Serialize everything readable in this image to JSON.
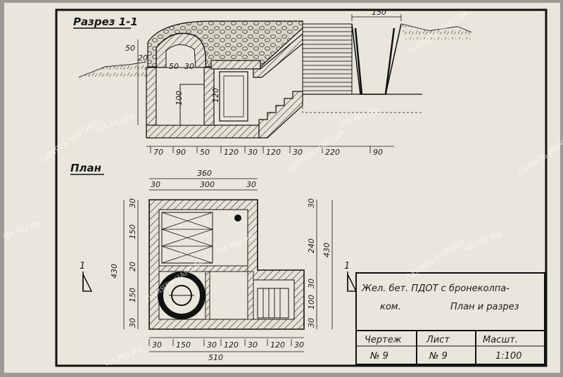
{
  "section_title": "Разрез 1-1",
  "plan_title": "План",
  "section_dims": {
    "bottom": [
      "70",
      "90",
      "50",
      "120",
      "30",
      "120",
      "30",
      "220",
      "90"
    ],
    "top": "150",
    "left": [
      "50",
      "20",
      "50",
      "30"
    ],
    "mid": [
      "100",
      "120"
    ]
  },
  "plan_dims": {
    "top_total": "360",
    "top_inner": "300",
    "top_30": "30",
    "left": [
      "30",
      "150",
      "20",
      "150",
      "30"
    ],
    "left_total": "430",
    "right": [
      "30",
      "240",
      "430",
      "30",
      "100",
      "30"
    ],
    "bottom": [
      "30",
      "150",
      "30",
      "120",
      "30",
      "120",
      "30"
    ],
    "bottom_total": "510"
  },
  "section_marker": "1",
  "title_block": {
    "line1": "Жел. бет. ПДОТ с бронеколпа-",
    "line2": "ком.",
    "line3": "План и разрез",
    "drawing_label": "Чертеж",
    "drawing_value": "№ 9",
    "sheet_label": "Лист",
    "sheet_value": "№ 9",
    "scale_label": "Масшт.",
    "scale_value": "1:100"
  },
  "watermarks": [
    "ЦА МО РФ",
    "ПАМЯТЬ НАРОДА"
  ]
}
